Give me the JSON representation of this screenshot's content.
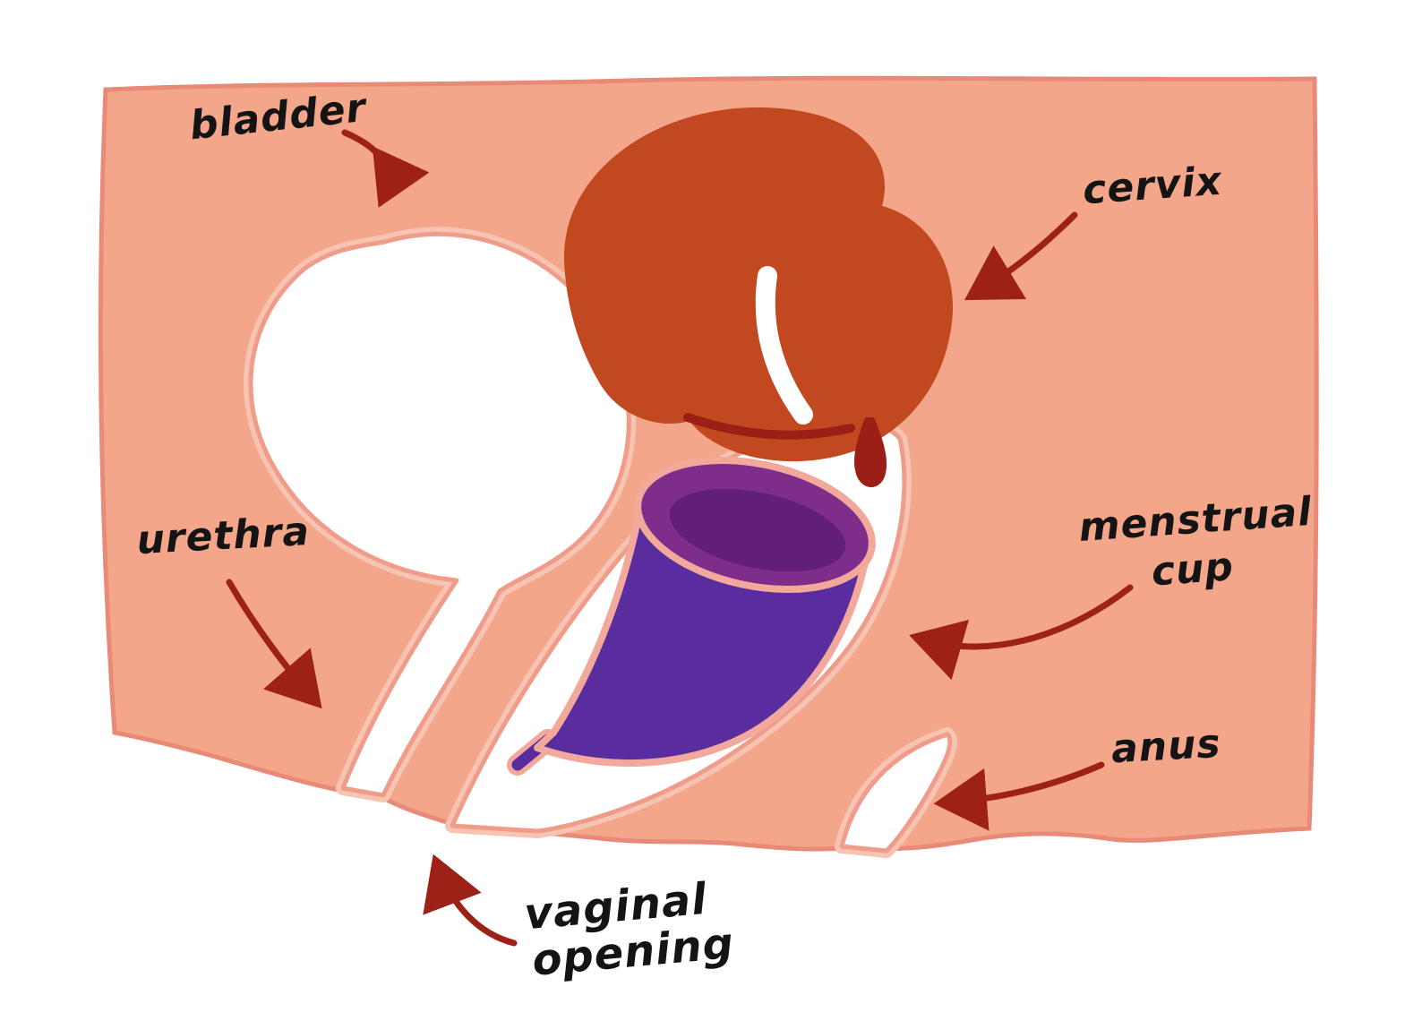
{
  "diagram": {
    "type": "hand-drawn anatomical illustration",
    "subject": "menstrual cup positioned in vagina, side cross-section",
    "labels": {
      "bladder": "bladder",
      "cervix": "cervix",
      "urethra": "urethra",
      "menstrual_cup_line1": "menstrual",
      "menstrual_cup_line2": "cup",
      "anus": "anus",
      "vaginal_opening_line1": "vaginal",
      "vaginal_opening_line2": "opening"
    },
    "colors": {
      "background": "#FFFFFF",
      "skin": "#F3A689",
      "skin_outline": "#E98A78",
      "lining_halo": "#F7C3B2",
      "channel_white": "#FFFFFF",
      "uterus": "#C1481F",
      "cup_body": "#5A2D9E",
      "cup_rim": "#7E2D8A",
      "cup_opening": "#611F79",
      "blood": "#9B1F16",
      "arrow": "#9E2118",
      "label_text": "#141414"
    }
  }
}
